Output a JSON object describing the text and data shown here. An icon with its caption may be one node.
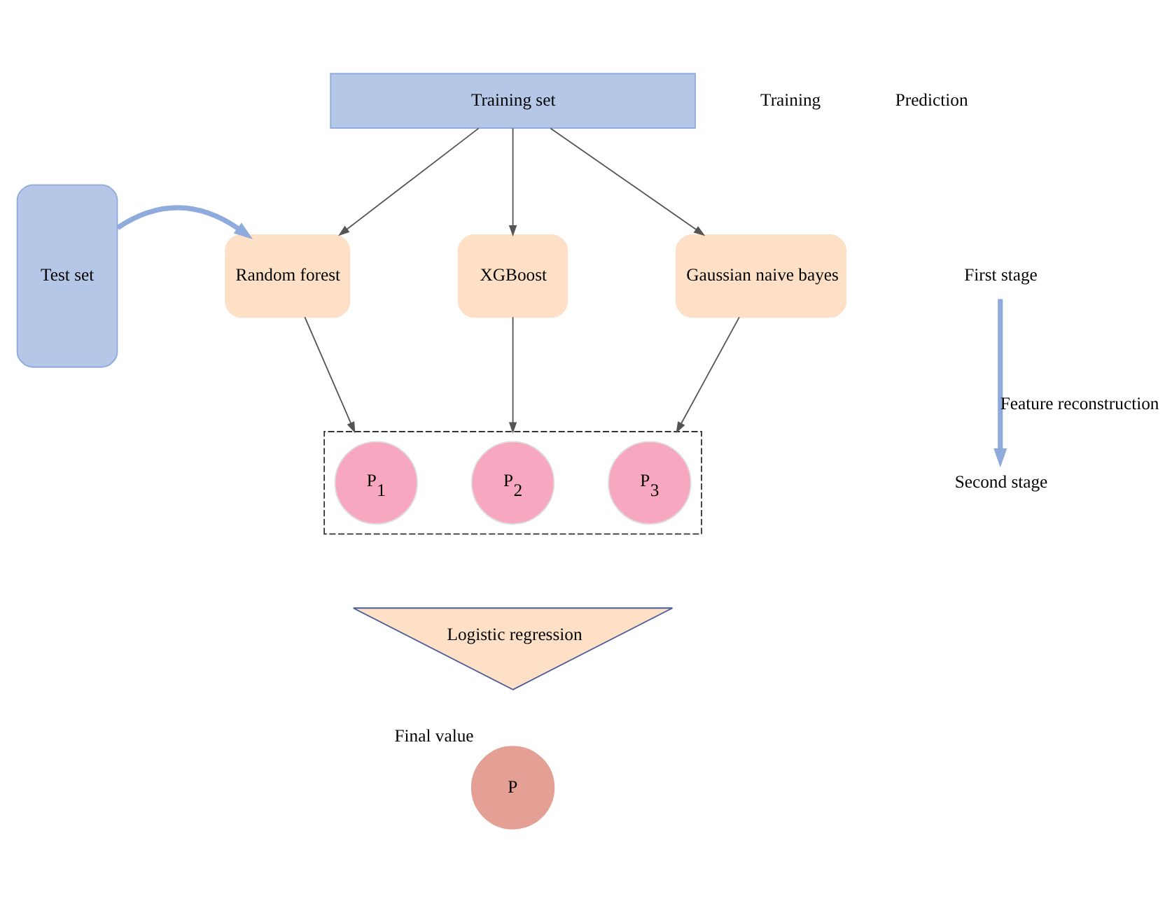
{
  "diagram": {
    "nodes": [
      {
        "text": [
          "Training set"
        ]
      },
      {
        "text": [
          "Test set"
        ]
      },
      {
        "text": [
          "Random forest"
        ]
      },
      {
        "text": [
          "XGBoost"
        ]
      },
      {
        "text": [
          "Gaussian naive bayes"
        ]
      },
      {
        "text": [],
        "shape": "box"
      },
      {
        "text": [
          "P$_{1}$"
        ],
        "in": 5
      },
      {
        "text": [
          "P$_{2}$"
        ],
        "in": 5
      },
      {
        "text": [
          "P$_{3}$"
        ],
        "in": 5
      },
      {
        "text": [
          "Logistic regression"
        ]
      },
      {
        "text": [
          "P"
        ],
        "beside": [
          "Final value"
        ]
      },
      {
        "text": [
          "First stage"
        ]
      },
      {
        "text": [
          "Second stage"
        ]
      }
    ],
    "edges": [
      {
        "from": 0,
        "to": 2,
        "arrow": "to"
      },
      {
        "from": 0,
        "to": 3,
        "arrow": "to"
      },
      {
        "from": 0,
        "to": 4,
        "arrow": "to"
      },
      {
        "from": 1,
        "to": 2,
        "arrow": "to",
        "style": "thick",
        "color": "#8faadc"
      },
      {
        "from": 2,
        "to": 5,
        "arrow": "to"
      },
      {
        "from": 3,
        "to": 5,
        "arrow": "to"
      },
      {
        "from": 4,
        "to": 5,
        "arrow": "to"
      },
      {
        "from": 11,
        "to": 12,
        "arrow": "to",
        "label": "Feature reconstruction",
        "style": "thick",
        "color": "#8faadc"
      }
    ],
    "labels": [
      "Training",
      "Prediction"
    ]
  }
}
